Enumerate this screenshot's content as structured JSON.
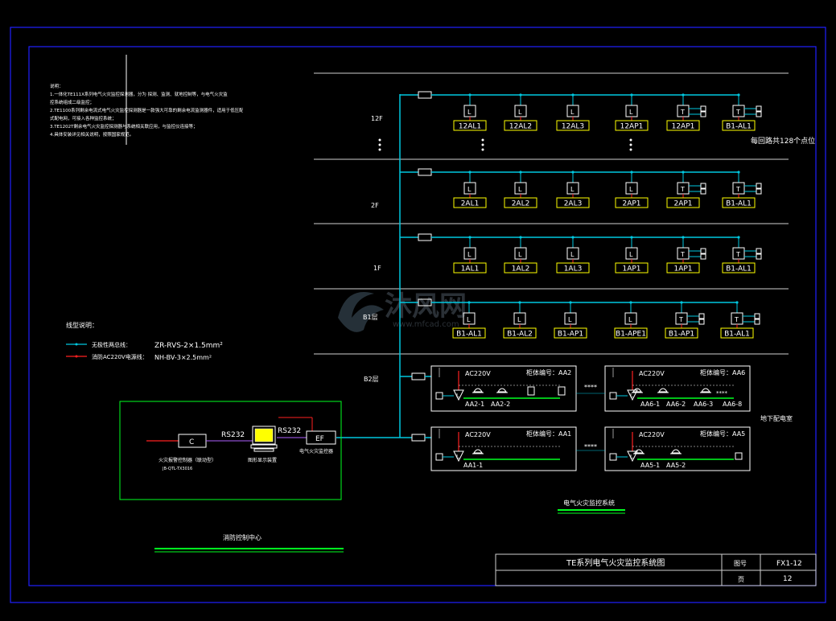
{
  "notes": {
    "heading": "说明：",
    "lines": [
      "1.一体化TE111X系列电气火灾监控探测器，分为 探测、监测、就地控制等，与电气火灾监",
      "控系统组成二级监控；",
      "2.TE1100系列剩余电流式电气火灾监控探测器是一款强大可靠的剩余电流监测器件，适用于低压配电",
      "式配电网，可接入各种监控系统；",
      "3.TE1202T剩余电气火灾监控探测器与系统相关联应用，与监控仪连接等；",
      "4.具体安装详见相关说明，按照国家规范。"
    ]
  },
  "floors": [
    {
      "label": "12F",
      "boxes": [
        "12AL1",
        "12AL2",
        "12AL3",
        "12AP1",
        "12AP1",
        "B1-AL1"
      ]
    },
    {
      "label": "2F",
      "boxes": [
        "2AL1",
        "2AL2",
        "2AL3",
        "2AP1",
        "2AP1",
        "B1-AL1"
      ]
    },
    {
      "label": "1F",
      "boxes": [
        "1AL1",
        "1AL2",
        "1AL3",
        "1AP1",
        "1AP1",
        "B1-AL1"
      ]
    },
    {
      "label": "B1层",
      "boxes": [
        "B1-AL1",
        "B1-AL2",
        "B1-AP1",
        "B1-APE1",
        "B1-AP1",
        "B1-AL1"
      ]
    }
  ],
  "floor_note": "每回路共128个点位",
  "device_letters": {
    "leakage": "L",
    "temperature": "T"
  },
  "b2_label": "B2层",
  "cabinets": [
    {
      "ac": "AC220V",
      "cab": "柜体编号：AA2",
      "outs": [
        "AA2-1",
        "AA2-2"
      ],
      "stars": ""
    },
    {
      "ac": "AC220V",
      "cab": "柜体编号：AA6",
      "outs": [
        "AA6-1",
        "AA6-2",
        "AA6-3",
        "AA6-8"
      ],
      "stars": "****"
    },
    {
      "ac": "AC220V",
      "cab": "柜体编号：AA1",
      "outs": [
        "AA1-1"
      ],
      "stars": ""
    },
    {
      "ac": "AC220V",
      "cab": "柜体编号：AA5",
      "outs": [
        "AA5-1",
        "AA5-2"
      ],
      "stars": ""
    }
  ],
  "between_stars": "****",
  "substation_label": "地下配电室",
  "system_label": "电气火灾监控系统",
  "legend": {
    "title": "线型说明：",
    "row1_label": "无极性两总线：",
    "row1_spec": "ZR-RVS-2×1.5mm²",
    "row2_label": "消防AC220V电源线：",
    "row2_spec": "NH-BV-3×2.5mm²"
  },
  "control": {
    "rs232_a": "RS232",
    "rs232_b": "RS232",
    "c_label": "C",
    "ef_label": "EF",
    "dev1": "火灾报警控制器（联动型）",
    "dev1_model": "JB-QTL-TX3016",
    "dev2": "图形显示装置",
    "dev3": "电气火灾监控器",
    "center": "消防控制中心"
  },
  "title_block": {
    "title": "TE系列电气火灾监控系统图",
    "drawing_no_label": "图号",
    "drawing_no": "FX1-12",
    "page_label": "页",
    "page": "12"
  },
  "watermark": {
    "cn": "沐风网",
    "url": "www.mfcad.com"
  },
  "colors": {
    "bus": "#00c8e0",
    "power": "#ff2020",
    "box": "#ffff00",
    "green": "#00ff20",
    "frame": "#2020ff"
  }
}
